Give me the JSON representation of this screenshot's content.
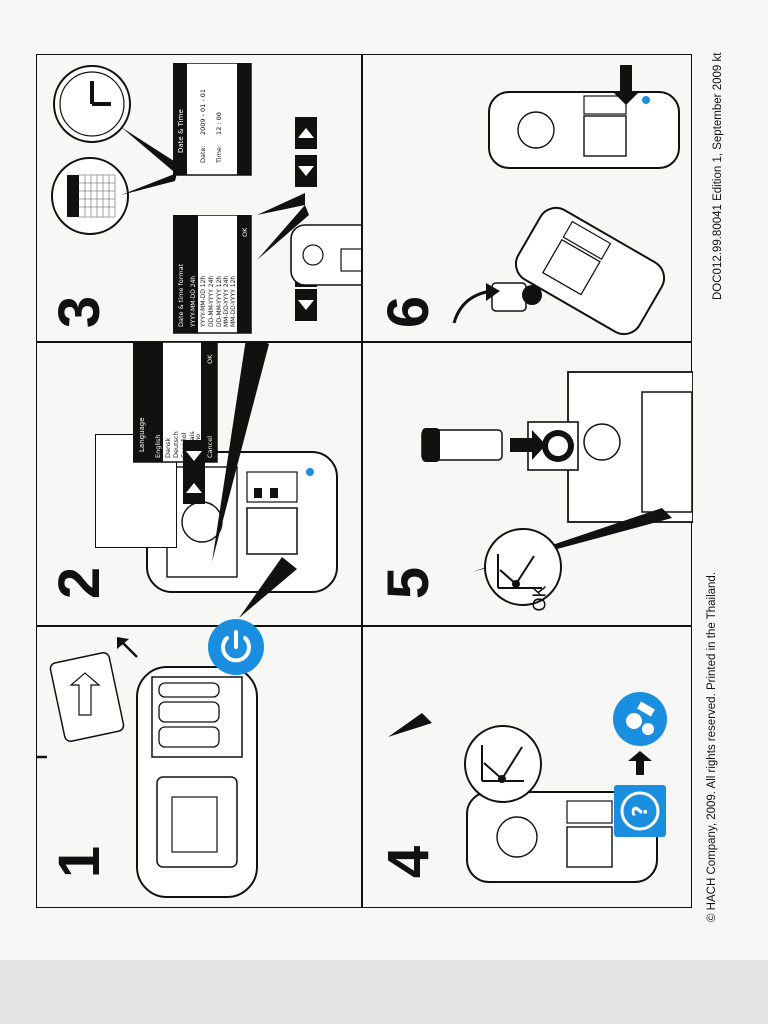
{
  "steps": [
    {
      "number": "1"
    },
    {
      "number": "2"
    },
    {
      "number": "3"
    },
    {
      "number": "4"
    },
    {
      "number": "5"
    },
    {
      "number": "6"
    }
  ],
  "step2_screen": {
    "title": "Language",
    "items": [
      "English",
      "Dansk",
      "Deutsch",
      "Español",
      "Français",
      "Italiano"
    ],
    "left_label": "Cancel",
    "right_label": "OK"
  },
  "step3_format_screen": {
    "title": "Date & time format",
    "items": [
      "YYYY-MM-DD 24h",
      "YYYY-MM-DD 12h",
      "DD-MM-YYYY 24h",
      "DD-MM-YYYY 12h",
      "MM-DD-YYYY 24h",
      "MM-DD-YYYY 12h"
    ],
    "right_label": "OK"
  },
  "step3_datetime_screen": {
    "title": "Date & Time",
    "date_label": "Date:",
    "date_value": "2009 - 01 - 01",
    "time_label": "Time:",
    "time_value": "12 : 00"
  },
  "step5_ok_label": "OK",
  "footer": {
    "copyright": "© HACH Company, 2009. All rights reserved. Printed in the Thailand.",
    "document_id": "DOC012.99.80041 Edition 1, September 2009 kt"
  },
  "colors": {
    "accent_blue": "#1a8fe0",
    "ink": "#111111"
  },
  "icons": [
    "power-icon",
    "help-icon",
    "tools-icon",
    "checkmark-icon",
    "clock-icon",
    "calendar-icon",
    "arrow-left-icon",
    "arrow-right-icon"
  ]
}
